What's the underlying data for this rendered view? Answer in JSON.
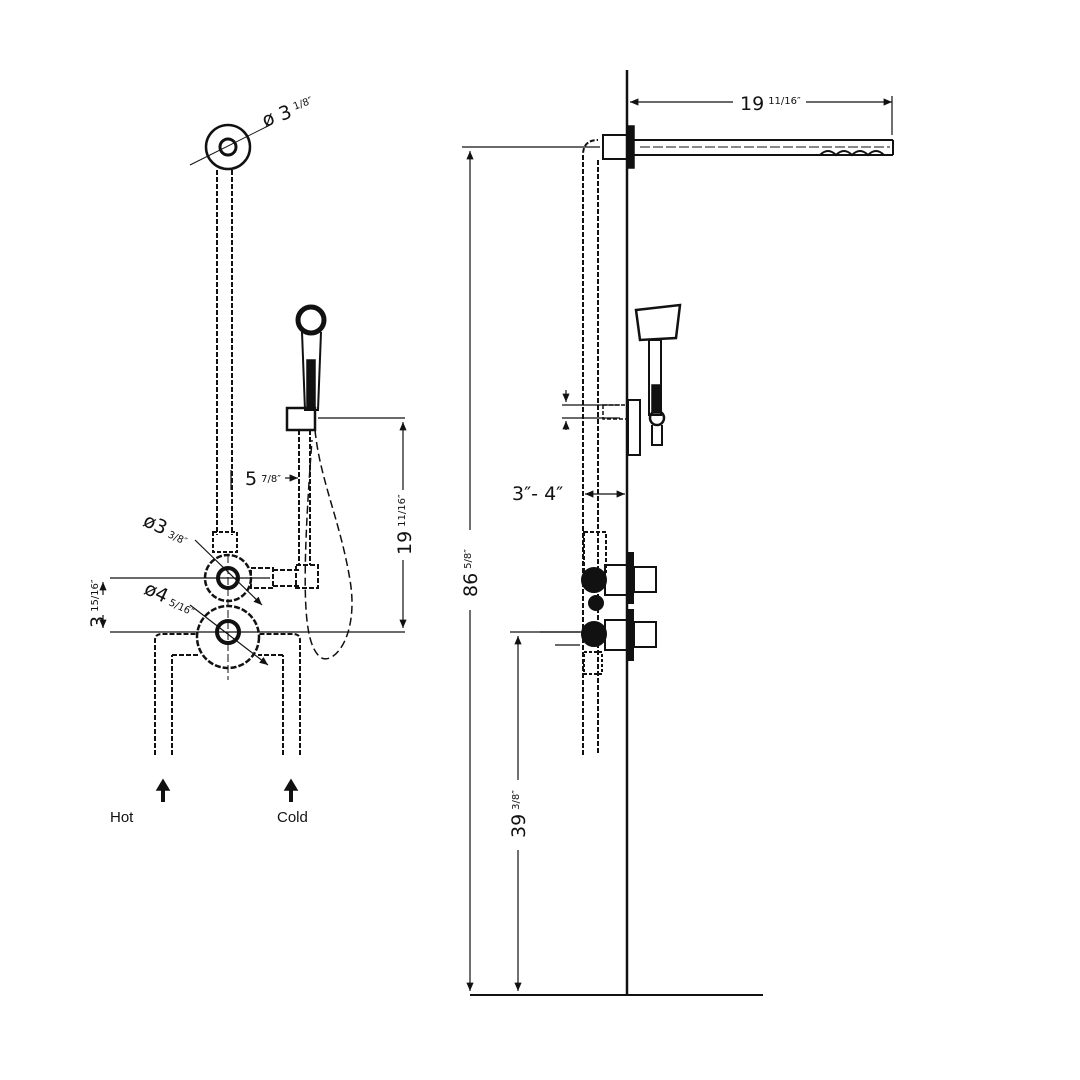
{
  "title": "Shower system dimension drawing",
  "colors": {
    "line": "#111111",
    "background": "#ffffff"
  },
  "front_view": {
    "escutcheon_diameter": {
      "whole": "ø 3",
      "fraction": "1/8″"
    },
    "handshower_offset": {
      "whole": "5",
      "fraction": "7/8″"
    },
    "upper_valve_diameter": {
      "whole": "ø3",
      "fraction": "3/8″"
    },
    "lower_valve_diameter": {
      "whole": "ø4",
      "fraction": "5/16″"
    },
    "valve_spacing": {
      "whole": "3",
      "fraction": "15/16″"
    },
    "holder_height": {
      "whole": "19",
      "fraction": "11/16″"
    },
    "hot_label": "Hot",
    "cold_label": "Cold"
  },
  "side_view": {
    "arm_length": {
      "whole": "19",
      "fraction": "11/16″"
    },
    "total_height": {
      "whole": "86",
      "fraction": "5/8″"
    },
    "wall_depth": "3″- 4″",
    "valve_height": {
      "whole": "39",
      "fraction": "3/8″"
    }
  }
}
